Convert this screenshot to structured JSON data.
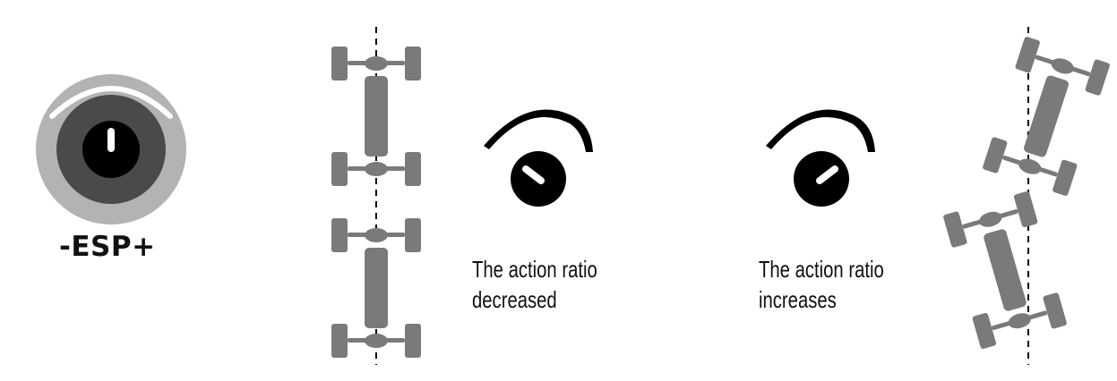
{
  "knob": {
    "label": "-ESP+"
  },
  "captions": [
    {
      "line1": "The action ratio",
      "line2": "decreased"
    },
    {
      "line1": "The action ratio",
      "line2": "increases"
    }
  ],
  "colors": {
    "vehicle": "#7a7a7a",
    "knob_outer": "#b3b3b3",
    "knob_mid": "#4a4a4a",
    "ink": "#000000"
  }
}
